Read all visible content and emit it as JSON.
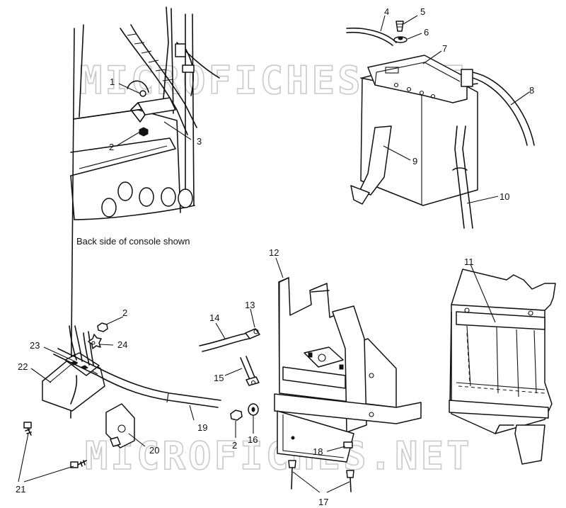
{
  "caption": "Back side of console shown",
  "watermark": "MICROFICHES.NET",
  "callouts": {
    "n1": "1",
    "n2a": "2",
    "n3": "3",
    "n4": "4",
    "n5": "5",
    "n6": "6",
    "n7": "7",
    "n8": "8",
    "n9": "9",
    "n10": "10",
    "n11": "11",
    "n12": "12",
    "n13": "13",
    "n14": "14",
    "n15": "15",
    "n16": "16",
    "n17": "17",
    "n18": "18",
    "n19": "19",
    "n20": "20",
    "n21": "21",
    "n22": "22",
    "n23": "23",
    "n24": "24",
    "n2b": "2",
    "n2c": "2"
  }
}
